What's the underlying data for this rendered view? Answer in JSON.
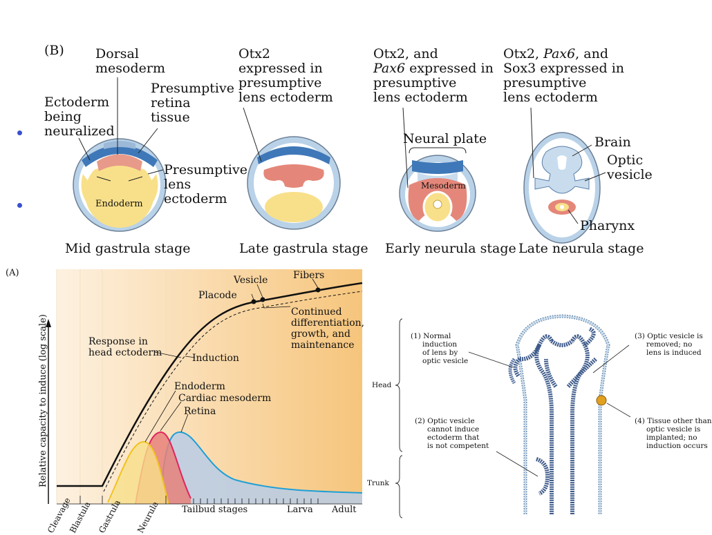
{
  "panel_b": {
    "label": "(B)",
    "stage1": {
      "caption": "Mid gastrula stage",
      "dorsal_mesoderm": [
        "Dorsal",
        "mesoderm"
      ],
      "ectoderm_neuralized": [
        "Ectoderm",
        "being",
        "neuralized"
      ],
      "presumptive_retina": [
        "Presumptive",
        "retina",
        "tissue"
      ],
      "presumptive_lens": [
        "Presumptive",
        "lens",
        "ectoderm"
      ],
      "endoderm": "Endoderm"
    },
    "stage2": {
      "caption": "Late gastrula stage",
      "note": [
        "Otx2",
        "expressed in",
        "presumptive",
        "lens ectoderm"
      ]
    },
    "stage3": {
      "caption": "Early neurula stage",
      "note_line1": "Otx2, and",
      "note_line2_italic": "Pax6",
      "note_line2_rest": " expressed in",
      "note_line3": "presumptive",
      "note_line4": "lens ectoderm",
      "neural_plate": "Neural plate",
      "mesoderm": "Mesoderm"
    },
    "stage4": {
      "caption": "Late neurula stage",
      "note_line1_a": "Otx2, ",
      "note_line1_italic": "Pax6",
      "note_line1_b": ", and",
      "note_line2": "Sox3 expressed in",
      "note_line3": "presumptive",
      "note_line4": "lens ectoderm",
      "brain": "Brain",
      "optic_vesicle": [
        "Optic",
        "vesicle"
      ],
      "pharynx": "Pharynx"
    }
  },
  "panel_a": {
    "label": "(A)",
    "ylabel": "Relative capacity to induce (log scale)",
    "stages": [
      "Cleavage",
      "Blastula",
      "Gastrula",
      "Neurula"
    ],
    "tailbud": "Tailbud stages",
    "larva": "Larva",
    "adult": "Adult",
    "placode": "Placode",
    "vesicle": "Vesicle",
    "fibers": "Fibers",
    "continued": [
      "Continued",
      "differentiation,",
      "growth, and",
      "maintenance"
    ],
    "response": [
      "Response in",
      "head ectoderm"
    ],
    "induction": "Induction",
    "endoderm": "Endoderm",
    "cardiac": "Cardiac mesoderm",
    "retina": "Retina",
    "colors": {
      "endoderm": "#f0c21e",
      "cardiac": "#e0245e",
      "retina": "#1e9fd6"
    }
  },
  "panel_c": {
    "head": "Head",
    "trunk": "Trunk",
    "note1": [
      "(1) Normal",
      "induction",
      "of lens by",
      "optic vesicle"
    ],
    "note2": [
      "(2) Optic vesicle",
      "cannot induce",
      "ectoderm that",
      "is not competent"
    ],
    "note3": [
      "(3) Optic vesicle is",
      "removed; no",
      "lens is induced"
    ],
    "note4": [
      "(4) Tissue other than",
      "optic vesicle is",
      "implanted; no",
      "induction occurs"
    ]
  }
}
